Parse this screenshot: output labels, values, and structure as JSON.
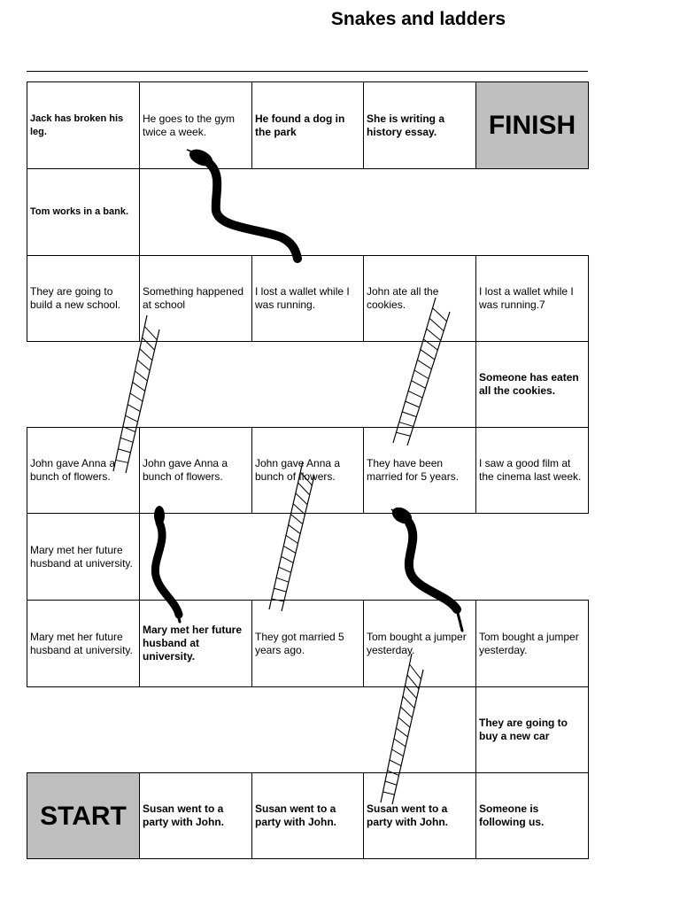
{
  "title": "Snakes and ladders",
  "rows": [
    {
      "cells": [
        {
          "text": "Jack has broken his leg.",
          "style": "bold small"
        },
        {
          "text": "He goes to the gym twice a week.",
          "style": ""
        },
        {
          "text": "He found a dog in the park",
          "style": "bold"
        },
        {
          "text": "She is writing a history essay.",
          "style": "bold"
        },
        {
          "text": "FINISH",
          "style": "big"
        }
      ]
    },
    {
      "cells": [
        {
          "text": "Tom works in a bank.",
          "style": "bold small"
        }
      ]
    },
    {
      "cells": [
        {
          "text": "They are going to build a new school.",
          "style": ""
        },
        {
          "text": "Something happened at school",
          "style": ""
        },
        {
          "text": "I lost a wallet while I was running.",
          "style": ""
        },
        {
          "text": "John ate  all the cookies.",
          "style": ""
        },
        {
          "text": "I lost a wallet while I was running.7",
          "style": ""
        }
      ]
    },
    {
      "cells": [
        {
          "text": "Someone has eaten all the cookies.",
          "style": "bold"
        }
      ]
    },
    {
      "cells": [
        {
          "text": "John gave Anna a bunch of flowers.",
          "style": ""
        },
        {
          "text": "John gave Anna a bunch of flowers.",
          "style": ""
        },
        {
          "text": "John gave Anna a bunch of flowers.",
          "style": ""
        },
        {
          "text": "They have been married for 5 years.",
          "style": ""
        },
        {
          "text": "I saw a good film at the cinema last week.",
          "style": ""
        }
      ]
    },
    {
      "cells": [
        {
          "text": "Mary met her future husband at university.",
          "style": ""
        }
      ]
    },
    {
      "cells": [
        {
          "text": "Mary met her future husband at university.",
          "style": ""
        },
        {
          "text": "Mary met her future husband at university.",
          "style": "bold"
        },
        {
          "text": "They got married 5 years ago.",
          "style": ""
        },
        {
          "text": "Tom bought a jumper yesterday.",
          "style": ""
        },
        {
          "text": "Tom bought a jumper yesterday.",
          "style": ""
        }
      ]
    },
    {
      "cells": [
        {
          "text": "They are going to buy a new car",
          "style": "bold"
        }
      ]
    },
    {
      "cells": [
        {
          "text": "START",
          "style": "big"
        },
        {
          "text": "Susan went to a party with John.",
          "style": "bold"
        },
        {
          "text": "Susan went to a party with John.",
          "style": "bold"
        },
        {
          "text": "Susan went to a party with John.",
          "style": "bold"
        },
        {
          "text": "Someone is following us.",
          "style": "bold"
        }
      ]
    }
  ]
}
